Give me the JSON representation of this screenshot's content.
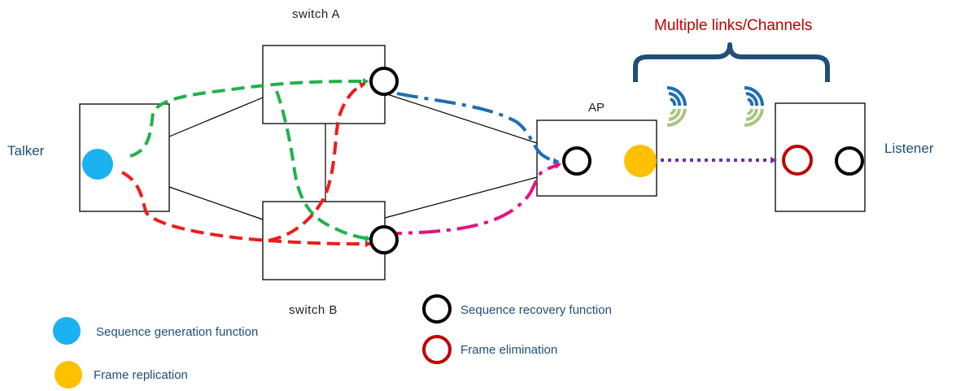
{
  "nodes": {
    "talker": "Talker",
    "switch_a": "switch A",
    "switch_b": "switch B",
    "ap": "AP",
    "listener": "Listener"
  },
  "header": "Multiple links/Channels",
  "legend": {
    "seq_generation": "Sequence generation function",
    "frame_replication": "Frame replication",
    "seq_recovery": "Sequence recovery function",
    "frame_elimination": "Frame elimination"
  },
  "colors": {
    "green_path": "#22b14c",
    "red_path": "#ee1c1c",
    "blue_path": "#1f6eb5",
    "magenta_path": "#e6127d",
    "purple_path": "#7030a0",
    "seq_gen": "#1ab2f0",
    "replication": "#ffc000",
    "recovery": "#000000",
    "elimination": "#c00000",
    "brace": "#1f4e79",
    "wifi_blue": "#1f6eb5",
    "wifi_green": "#a9c47f"
  },
  "icons": [
    "wifi-icon",
    "wifi-icon"
  ]
}
